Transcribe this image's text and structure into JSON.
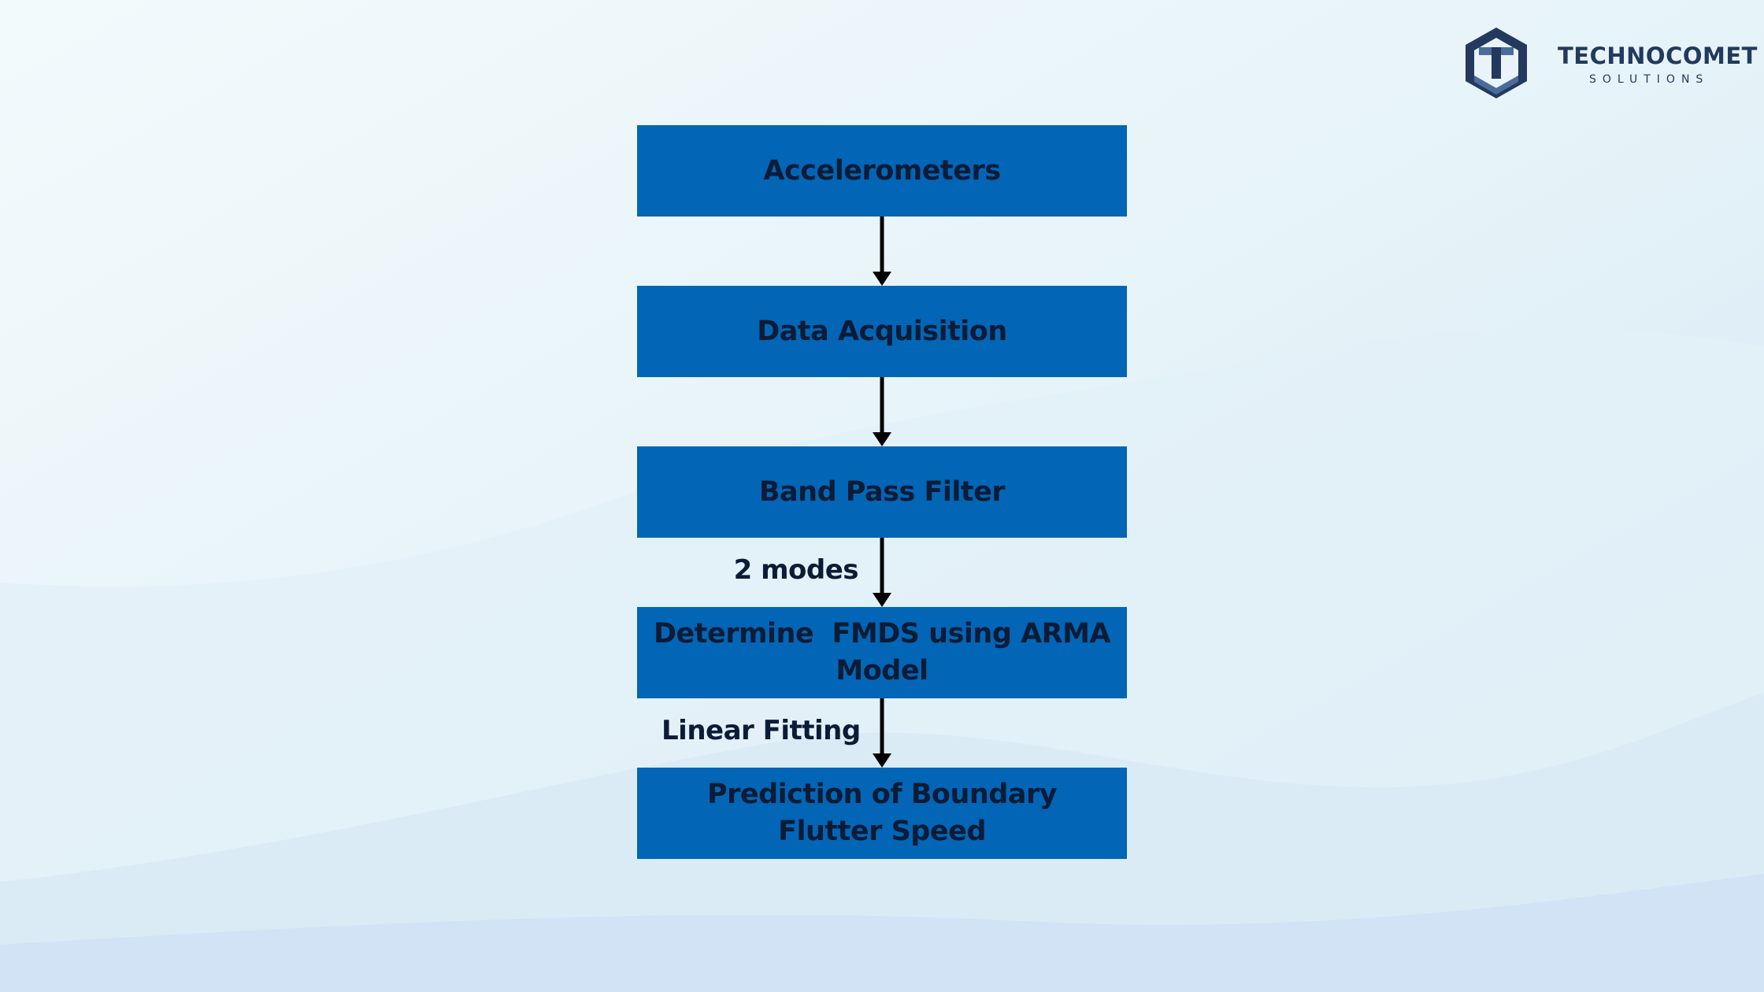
{
  "brand": {
    "name": "TECHNOCOMET",
    "tagline": "SOLUTIONS",
    "logo_icon": "hexagon-t-logo-icon",
    "colors": {
      "dark": "#233a5e",
      "accent": "#4a6c9b"
    }
  },
  "colors": {
    "box_fill": "#0265b5",
    "box_text": "#0c1b36",
    "arrow": "#000000"
  },
  "flow": {
    "steps": [
      {
        "label": "Accelerometers"
      },
      {
        "label": "Data Acquisition"
      },
      {
        "label": "Band Pass Filter"
      },
      {
        "label": "Determine  FMDS using ARMA Model"
      },
      {
        "label": "Prediction of Boundary Flutter Speed"
      }
    ],
    "edges": [
      {
        "from": "Accelerometers",
        "to": "Data Acquisition",
        "label": ""
      },
      {
        "from": "Data Acquisition",
        "to": "Band Pass Filter",
        "label": ""
      },
      {
        "from": "Band Pass Filter",
        "to": "Determine  FMDS using ARMA Model",
        "label": "2 modes"
      },
      {
        "from": "Determine  FMDS using ARMA Model",
        "to": "Prediction of Boundary Flutter Speed",
        "label": "Linear Fitting"
      }
    ]
  }
}
